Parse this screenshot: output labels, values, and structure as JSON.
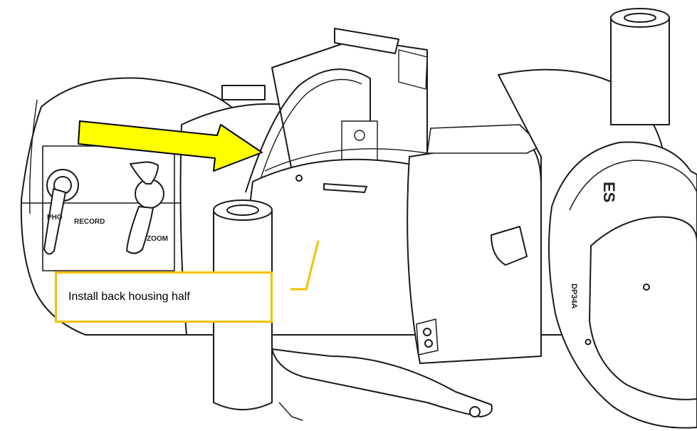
{
  "callout": {
    "text": "Install back housing half"
  },
  "device_labels": {
    "photo": "PHO",
    "record": "RECORD",
    "zoom": "ZOOM",
    "brand": "ES",
    "model": "DP34A"
  },
  "colors": {
    "arrow_fill": "#ffff00",
    "arrow_stroke": "#000000",
    "callout_border": "#f2c200",
    "leader": "#f2c200",
    "line_art": "#1a1a1a"
  },
  "icons": {
    "arrow": "direction-arrow-icon"
  }
}
